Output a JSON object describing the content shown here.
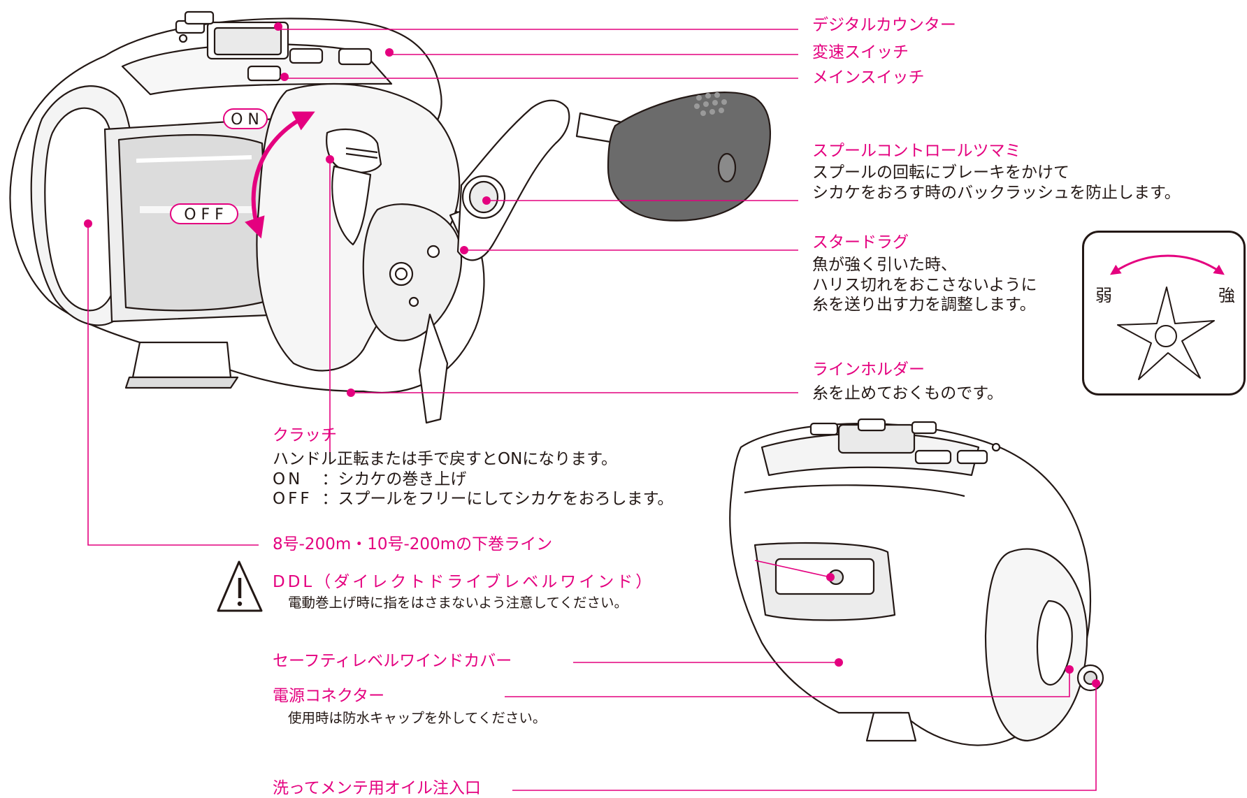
{
  "colors": {
    "accent": "#e4007f",
    "line": "#231815",
    "body_shade": "#d7d7d7",
    "knob": "#6b6b6b"
  },
  "labels": {
    "digital_counter": "デジタルカウンター",
    "speed_switch": "変速スイッチ",
    "main_switch": "メインスイッチ",
    "spool_control_title": "スプールコントロールツマミ",
    "spool_control_desc_1": "スプールの回転にブレーキをかけて",
    "spool_control_desc_2": "シカケをおろす時のバックラッシュを防止します。",
    "star_drag_title": "スタードラグ",
    "star_drag_desc_1": "魚が強く引いた時、",
    "star_drag_desc_2": "ハリス切れをおこさないように",
    "star_drag_desc_3": "糸を送り出す力を調整します。",
    "line_holder_title": "ラインホルダー",
    "line_holder_desc": "糸を止めておくものです。",
    "clutch_title": "クラッチ",
    "clutch_desc": "ハンドル正転または手で戻すとONになります。",
    "clutch_on_key": "ON　",
    "clutch_on_val": "：シカケの巻き上げ",
    "clutch_off_key": "OFF",
    "clutch_off_val": "：スプールをフリーにしてシカケをおろします。",
    "underline": "8号-200m・10号-200mの下巻ライン",
    "ddl_title": "DDL（ダイレクトドライブレベルワインド）",
    "ddl_desc": "電動巻上げ時に指をはさまないよう注意してください。",
    "safety_cover": "セーフティレベルワインドカバー",
    "power_connector_title": "電源コネクター",
    "power_connector_desc": "使用時は防水キャップを外してください。",
    "oil_port": "洗ってメンテ用オイル注入口"
  },
  "pills": {
    "on": "ON",
    "off": "OFF"
  },
  "drag_inset": {
    "weak": "弱",
    "strong": "強"
  }
}
